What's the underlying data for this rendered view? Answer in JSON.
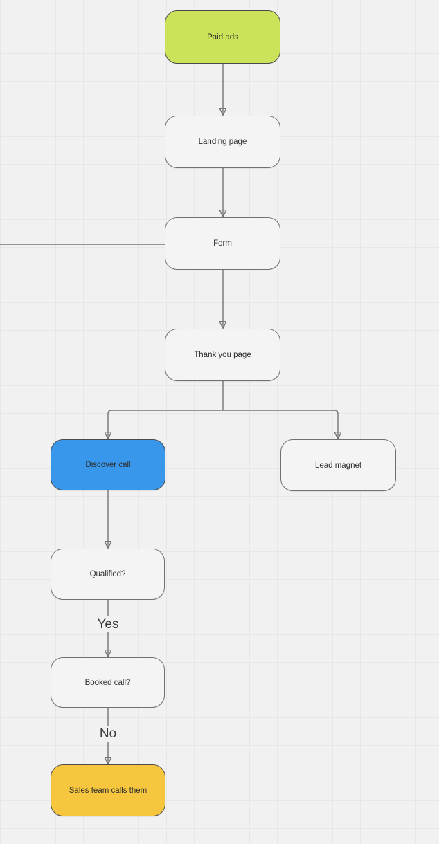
{
  "canvas": {
    "background_color": "#f1f1f1",
    "grid_color": "#e7e7e7",
    "connector_color": "#757575",
    "arrowhead_color": "#3f3f3f",
    "node_text_color": "#2e2e2e"
  },
  "nodes": [
    {
      "id": "paid-ads",
      "label": "Paid ads",
      "fill": "#cbe35b",
      "border": "#4a4a4a"
    },
    {
      "id": "landing-page",
      "label": "Landing page",
      "fill": "#f4f4f4",
      "border": "#707070"
    },
    {
      "id": "form",
      "label": "Form",
      "fill": "#f4f4f4",
      "border": "#707070"
    },
    {
      "id": "thank-you-page",
      "label": "Thank you page",
      "fill": "#f4f4f4",
      "border": "#707070"
    },
    {
      "id": "discover-call",
      "label": "Discover call",
      "fill": "#3897ea",
      "border": "#4a4a4a"
    },
    {
      "id": "lead-magnet",
      "label": "Lead magnet",
      "fill": "#f4f4f4",
      "border": "#707070"
    },
    {
      "id": "qualified",
      "label": "Qualified?",
      "fill": "#f4f4f4",
      "border": "#707070"
    },
    {
      "id": "booked-call",
      "label": "Booked call?",
      "fill": "#f4f4f4",
      "border": "#707070"
    },
    {
      "id": "sales-team",
      "label": "Sales team calls them",
      "fill": "#f6c73e",
      "border": "#4a4a4a"
    }
  ],
  "edge_labels": {
    "yes": "Yes",
    "no": "No"
  }
}
